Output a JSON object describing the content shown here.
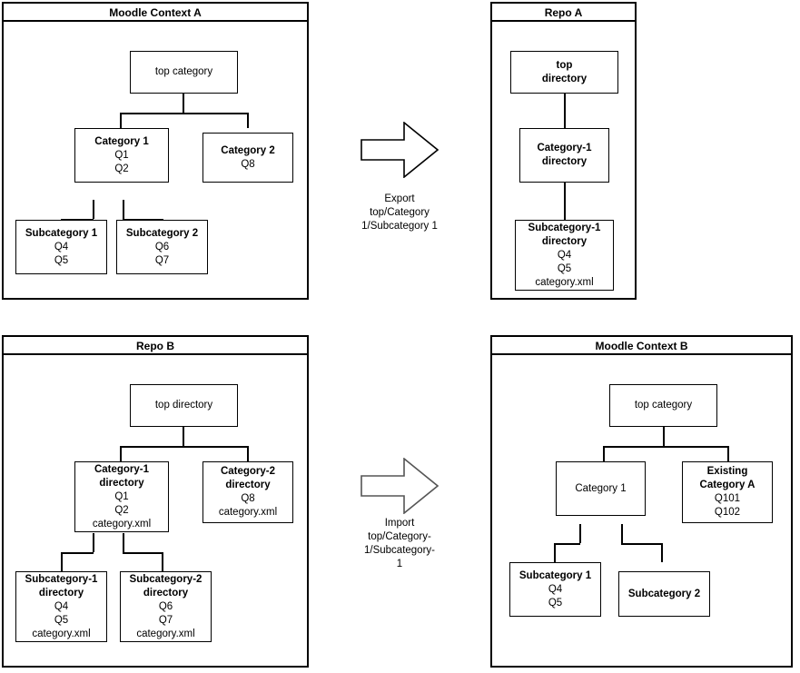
{
  "panels": {
    "moodle_a": {
      "title": "Moodle Context A",
      "nodes": {
        "top": {
          "name": "top category"
        },
        "cat1": {
          "name": "Category 1",
          "items": [
            "Q1",
            "Q2"
          ]
        },
        "cat2": {
          "name": "Category 2",
          "items": [
            "Q8"
          ]
        },
        "sub1": {
          "name": "Subcategory 1",
          "items": [
            "Q4",
            "Q5"
          ]
        },
        "sub2": {
          "name": "Subcategory 2",
          "items": [
            "Q6",
            "Q7"
          ]
        }
      }
    },
    "repo_a": {
      "title": "Repo A",
      "nodes": {
        "top": {
          "name_line1": "top",
          "name_line2": "directory"
        },
        "cat1": {
          "name_line1": "Category-1",
          "name_line2": "directory"
        },
        "sub1": {
          "name_line1": "Subcategory-1",
          "name_line2": "directory",
          "items": [
            "Q4",
            "Q5",
            "category.xml"
          ]
        }
      }
    },
    "repo_b": {
      "title": "Repo B",
      "nodes": {
        "top": {
          "name": "top directory"
        },
        "cat1": {
          "name_line1": "Category-1",
          "name_line2": "directory",
          "items": [
            "Q1",
            "Q2",
            "category.xml"
          ]
        },
        "cat2": {
          "name_line1": "Category-2",
          "name_line2": "directory",
          "items": [
            "Q8",
            "category.xml"
          ]
        },
        "sub1": {
          "name_line1": "Subcategory-1",
          "name_line2": "directory",
          "items": [
            "Q4",
            "Q5",
            "category.xml"
          ]
        },
        "sub2": {
          "name_line1": "Subcategory-2",
          "name_line2": "directory",
          "items": [
            "Q6",
            "Q7",
            "category.xml"
          ]
        }
      }
    },
    "moodle_b": {
      "title": "Moodle Context B",
      "nodes": {
        "top": {
          "name": "top category"
        },
        "cat1": {
          "name": "Category 1"
        },
        "existing": {
          "name_line1": "Existing",
          "name_line2": "Category A",
          "items": [
            "Q101",
            "Q102"
          ]
        },
        "sub1": {
          "name": "Subcategory 1",
          "items": [
            "Q4",
            "Q5"
          ]
        },
        "sub2": {
          "name": "Subcategory 2"
        }
      }
    }
  },
  "arrows": {
    "export": {
      "icon": "right-arrow-icon",
      "label_line1": "Export",
      "label_line2": "top/Category",
      "label_line3": "1/Subcategory 1"
    },
    "import": {
      "icon": "right-arrow-icon",
      "label_line1": "Import",
      "label_line2": "top/Category-",
      "label_line3": "1/Subcategory-",
      "label_line4": "1"
    }
  },
  "colors": {
    "stroke": "#000000",
    "background": "#ffffff"
  }
}
